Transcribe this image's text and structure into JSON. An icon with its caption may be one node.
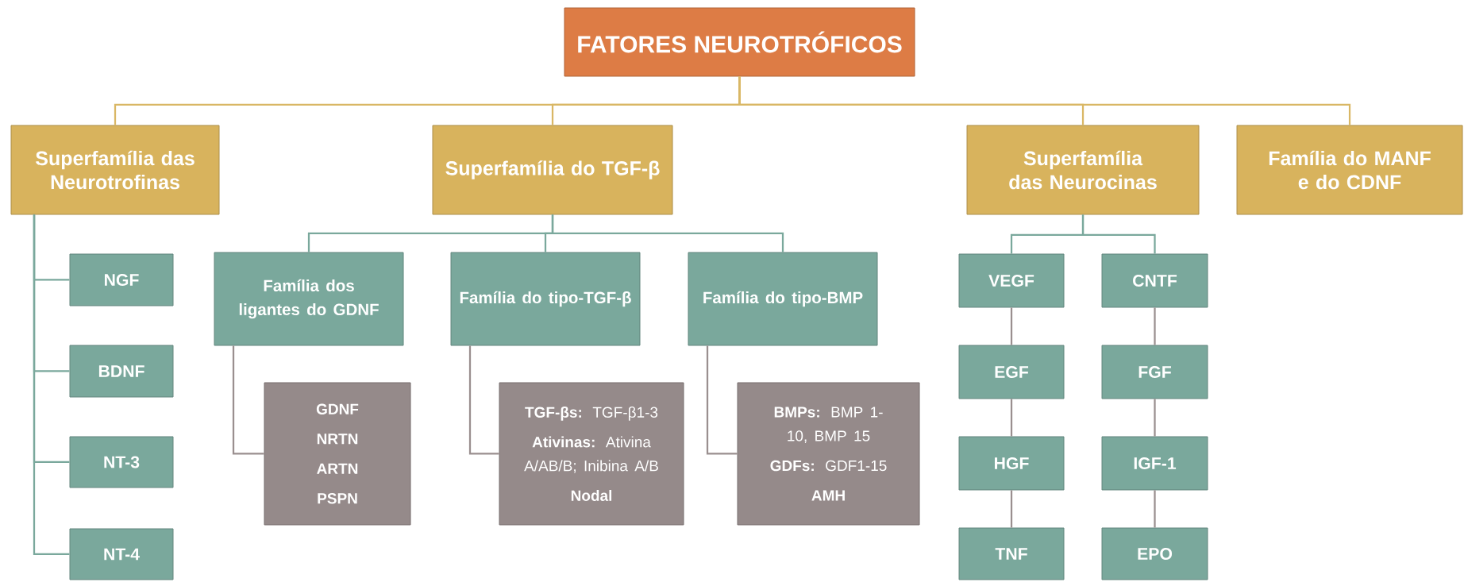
{
  "diagram": {
    "nodes": [
      {
        "text": [
          "FATORES NEUROTRÓFICOS"
        ]
      },
      {
        "text": [
          "Superfamília das Neurotrofinas"
        ]
      },
      {
        "text": [
          "Superfamília do TGF-β"
        ]
      },
      {
        "text": [
          "Superfamília das Neurocinas"
        ]
      },
      {
        "text": [
          "Família do MANF e do CDNF"
        ]
      },
      {
        "text": [
          "NGF"
        ]
      },
      {
        "text": [
          "Família dos ligantes do GDNF"
        ]
      },
      {
        "text": [
          "Família do tipo-TGF-β"
        ]
      },
      {
        "text": [
          "Família do tipo-BMP"
        ]
      },
      {
        "text": [
          "VEGF"
        ]
      },
      {
        "text": [
          "CNTF"
        ]
      },
      {
        "text": [
          "BDNF"
        ]
      },
      {
        "text": [
          "EGF"
        ]
      },
      {
        "text": [
          "FGF"
        ]
      },
      {
        "text": [
          "GDNF",
          "NRTN",
          "ARTN",
          "PSPN"
        ]
      },
      {
        "text": [
          "**TGF-βs:** TGF-β1-3",
          "**Ativinas:** Ativina A/AB/B; Inibina A/B",
          "Nodal"
        ]
      },
      {
        "text": [
          "**BMPs:** BMP 1-10, BMP 15",
          "**GDFs:** GDF1-15",
          "AMH"
        ]
      },
      {
        "text": [
          "NT-3"
        ]
      },
      {
        "text": [
          "HGF"
        ]
      },
      {
        "text": [
          "IGF-1"
        ]
      },
      {
        "text": [
          "NT-4"
        ]
      },
      {
        "text": [
          "TNF"
        ]
      },
      {
        "text": [
          "EPO"
        ]
      }
    ],
    "edges": [
      {
        "from": 0,
        "to": 1,
        "arrow": "none",
        "color": "#d9b765"
      },
      {
        "from": 0,
        "to": 2,
        "arrow": "none",
        "color": "#d9b765"
      },
      {
        "from": 0,
        "to": 3,
        "arrow": "none",
        "color": "#d9b765"
      },
      {
        "from": 0,
        "to": 4,
        "arrow": "none",
        "color": "#d9b765"
      },
      {
        "from": 1,
        "to": 5,
        "arrow": "none",
        "color": "#7aa89c"
      },
      {
        "from": 1,
        "to": 11,
        "arrow": "none",
        "color": "#7aa89c"
      },
      {
        "from": 1,
        "to": 17,
        "arrow": "none",
        "color": "#7aa89c"
      },
      {
        "from": 1,
        "to": 20,
        "arrow": "none",
        "color": "#7aa89c"
      },
      {
        "from": 2,
        "to": 6,
        "arrow": "none",
        "color": "#7aa89c"
      },
      {
        "from": 2,
        "to": 7,
        "arrow": "none",
        "color": "#7aa89c"
      },
      {
        "from": 2,
        "to": 8,
        "arrow": "none",
        "color": "#7aa89c"
      },
      {
        "from": 6,
        "to": 14,
        "arrow": "none",
        "color": "#9a8f8f"
      },
      {
        "from": 7,
        "to": 15,
        "arrow": "none",
        "color": "#9a8f8f"
      },
      {
        "from": 8,
        "to": 16,
        "arrow": "none",
        "color": "#9a8f8f"
      },
      {
        "from": 3,
        "to": 9,
        "arrow": "none",
        "color": "#7aa89c"
      },
      {
        "from": 3,
        "to": 10,
        "arrow": "none",
        "color": "#7aa89c"
      },
      {
        "from": 9,
        "to": 12,
        "arrow": "none",
        "color": "#9a8f8f"
      },
      {
        "from": 12,
        "to": 18,
        "arrow": "none",
        "color": "#9a8f8f"
      },
      {
        "from": 18,
        "to": 21,
        "arrow": "none",
        "color": "#9a8f8f"
      },
      {
        "from": 10,
        "to": 13,
        "arrow": "none",
        "color": "#9a8f8f"
      },
      {
        "from": 13,
        "to": 19,
        "arrow": "none",
        "color": "#9a8f8f"
      },
      {
        "from": 19,
        "to": 22,
        "arrow": "none",
        "color": "#9a8f8f"
      }
    ]
  }
}
